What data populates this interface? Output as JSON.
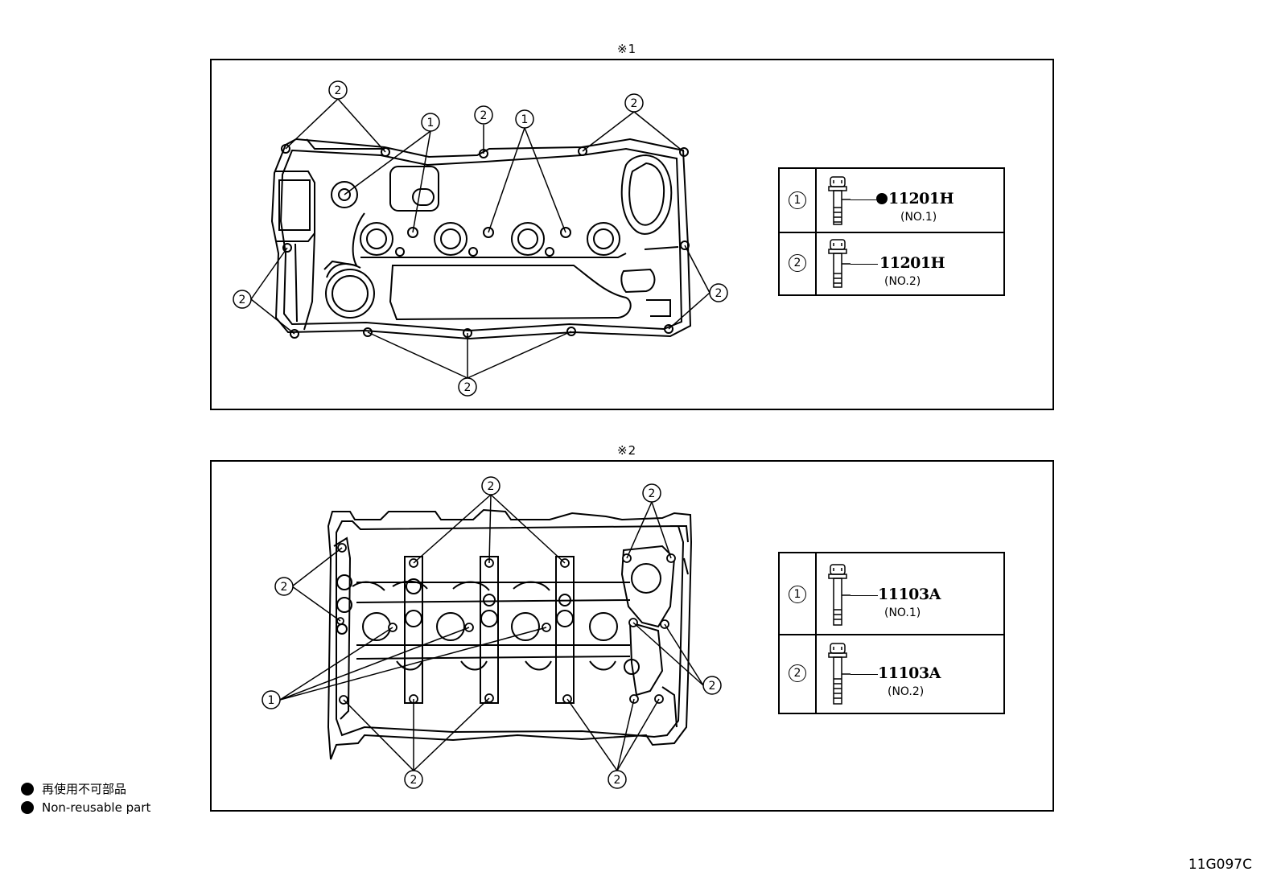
{
  "panels": [
    {
      "title": "※1",
      "legend": [
        {
          "num": "1",
          "code": "11201H",
          "sub": "(NO.1)",
          "non_reusable": true
        },
        {
          "num": "2",
          "code": "11201H",
          "sub": "(NO.2)",
          "non_reusable": false
        }
      ]
    },
    {
      "title": "※2",
      "legend": [
        {
          "num": "1",
          "code": "11103A",
          "sub": "(NO.1)",
          "non_reusable": false
        },
        {
          "num": "2",
          "code": "11103A",
          "sub": "(NO.2)",
          "non_reusable": false
        }
      ]
    }
  ],
  "callout_labels": {
    "one": "1",
    "two": "2"
  },
  "footnotes": {
    "jp": "再使用不可部品",
    "en": "Non-reusable part"
  },
  "figure_id": "11G097C"
}
